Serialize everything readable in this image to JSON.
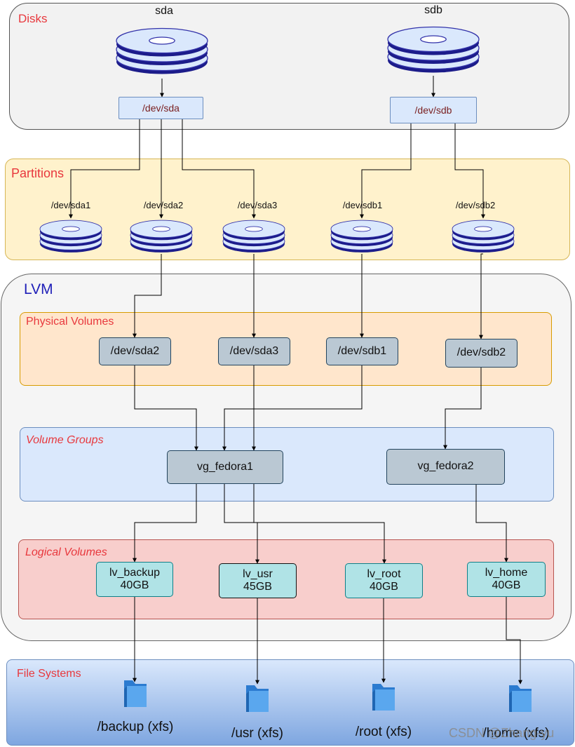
{
  "groups": {
    "disks": "Disks",
    "partitions": "Partitions",
    "lvm": "LVM",
    "pv": "Physical Volumes",
    "vg": "Volume Groups",
    "lv": "Logical Volumes",
    "fs": "File Systems"
  },
  "disks": [
    {
      "name": "sda",
      "device": "/dev/sda"
    },
    {
      "name": "sdb",
      "device": "/dev/sdb"
    }
  ],
  "partitions": [
    "/dev/sda1",
    "/dev/sda2",
    "/dev/sda3",
    "/dev/sdb1",
    "/dev/sdb2"
  ],
  "physical_volumes": [
    "/dev/sda2",
    "/dev/sda3",
    "/dev/sdb1",
    "/dev/sdb2"
  ],
  "volume_groups": [
    "vg_fedora1",
    "vg_fedora2"
  ],
  "logical_volumes": [
    {
      "name": "lv_backup",
      "size": "40GB"
    },
    {
      "name": "lv_usr",
      "size": "45GB"
    },
    {
      "name": "lv_root",
      "size": "40GB"
    },
    {
      "name": "lv_home",
      "size": "40GB"
    }
  ],
  "file_systems": [
    "/backup (xfs)",
    "/usr (xfs)",
    "/root (xfs)",
    "/home (xfs)"
  ],
  "watermark": "CSDN @Zhang-yu",
  "colors": {
    "group_label": "#e8383d",
    "lvm_label": "#1f1fb8",
    "disk_fill": "#dae8fc",
    "disk_stroke": "#3333aa",
    "folder": "#3b8fe0"
  }
}
